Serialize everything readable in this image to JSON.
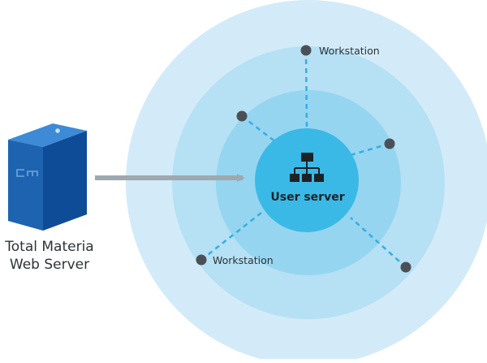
{
  "server": {
    "label_line1": "Total Materia",
    "label_line2": "Web Server",
    "logo_icon": "cm-logo-icon"
  },
  "center": {
    "label": "User server",
    "icon": "network-hierarchy-icon"
  },
  "workstations": [
    {
      "id": "top",
      "label": "Workstation"
    },
    {
      "id": "upper-left",
      "label": ""
    },
    {
      "id": "upper-right",
      "label": ""
    },
    {
      "id": "lower-left",
      "label": "Workstation"
    },
    {
      "id": "lower-right",
      "label": ""
    }
  ],
  "colors": {
    "ring_outer": "#d3ebf8",
    "ring_mid": "#b6e0f4",
    "ring_inner": "#96d5f0",
    "center_fill": "#3bb9e6",
    "dash": "#35aee4",
    "node": "#4b5056",
    "arrow": "#9ea8af",
    "server_front": "#1e63b0",
    "server_side": "#0f4c97",
    "server_top": "#3d8ad6",
    "text_dark": "#2d3338"
  }
}
